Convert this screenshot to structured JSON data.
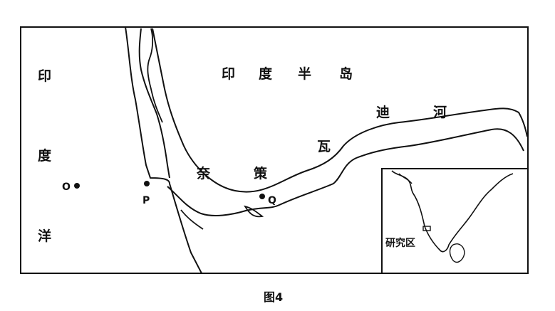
{
  "labels": {
    "ocean": [
      "印",
      "度",
      "洋"
    ],
    "peninsula": [
      "印",
      "度",
      "半",
      "岛"
    ],
    "river": [
      "奈",
      "策",
      "瓦",
      "迪",
      "河"
    ],
    "points": {
      "o": "O",
      "p": "P",
      "q": "Q"
    },
    "inset_area": "研究区",
    "caption": "图4"
  }
}
